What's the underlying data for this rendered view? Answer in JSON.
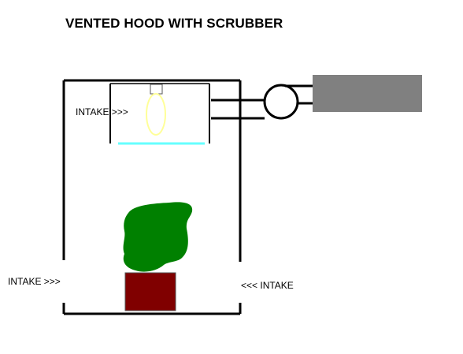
{
  "diagram": {
    "title": "VENTED HOOD WITH SCRUBBER",
    "labels": {
      "hood_intake": "INTAKE >>>",
      "left_intake": "INTAKE >>>",
      "right_intake": "<<< INTAKE"
    },
    "colors": {
      "outline": "#000000",
      "scrubber": "#808080",
      "hood_glass": "#66ffff",
      "bulb": "#ffff99",
      "plant": "#008000",
      "pot": "#800000"
    }
  }
}
